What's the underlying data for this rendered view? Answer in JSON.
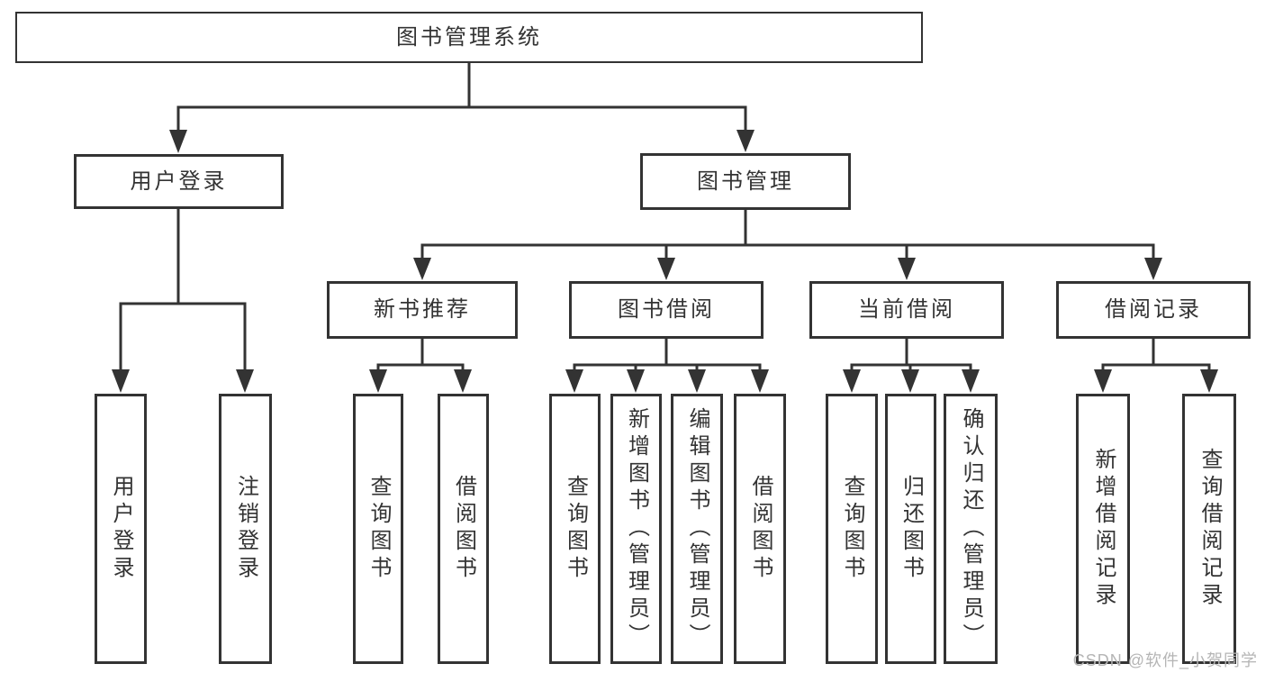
{
  "colors": {
    "line": "#333333",
    "text": "#333333",
    "watermark": "#b5b5b5",
    "background": "#ffffff"
  },
  "watermark": {
    "text": "CSDN @软件_小贺同学"
  },
  "tree": {
    "root": {
      "label": "图书管理系统",
      "children": [
        {
          "label": "用户登录",
          "children": [
            {
              "label": "用户登录"
            },
            {
              "label": "注销登录"
            }
          ]
        },
        {
          "label": "图书管理",
          "children": [
            {
              "label": "新书推荐",
              "children": [
                {
                  "label": "查询图书"
                },
                {
                  "label": "借阅图书"
                }
              ]
            },
            {
              "label": "图书借阅",
              "children": [
                {
                  "label": "查询图书"
                },
                {
                  "label": "新增图书（管理员）"
                },
                {
                  "label": "编辑图书（管理员）"
                },
                {
                  "label": "借阅图书"
                }
              ]
            },
            {
              "label": "当前借阅",
              "children": [
                {
                  "label": "查询图书"
                },
                {
                  "label": "归还图书"
                },
                {
                  "label": "确认归还（管理员）"
                }
              ]
            },
            {
              "label": "借阅记录",
              "children": [
                {
                  "label": "新增借阅记录"
                },
                {
                  "label": "查询借阅记录"
                }
              ]
            }
          ]
        }
      ]
    }
  }
}
